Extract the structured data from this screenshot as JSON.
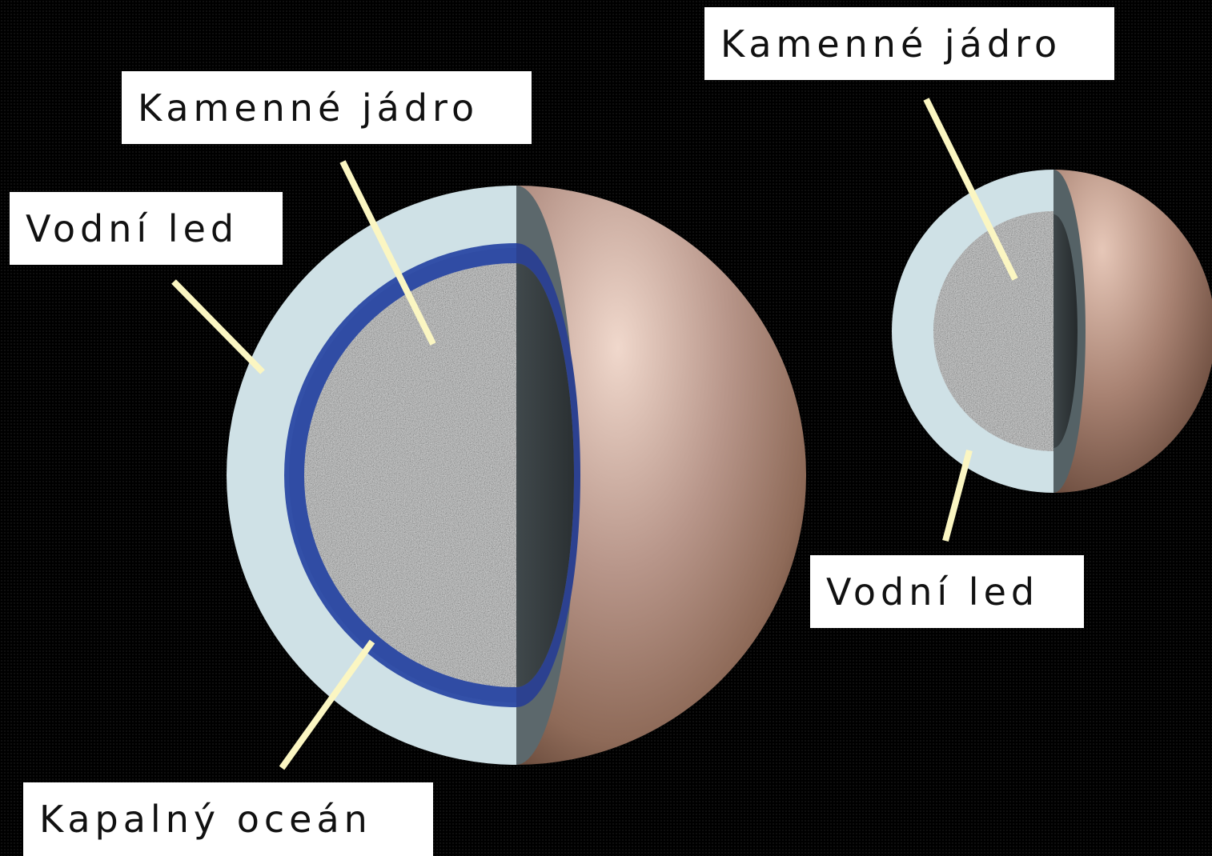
{
  "labels": {
    "big_core": "Kamenné jádro",
    "big_ice": "Vodní led",
    "big_ocean": "Kapalný oceán",
    "small_core": "Kamenné jádro",
    "small_ice": "Vodní led"
  },
  "colors": {
    "background": "#000000",
    "water_ice": "#cfe1e6",
    "liquid_ocean": "#3350a8",
    "rock_core": "#8d8f90",
    "surface": "#a98a78",
    "leader_line": "#fbf6c2",
    "label_box": "#ffffff"
  }
}
